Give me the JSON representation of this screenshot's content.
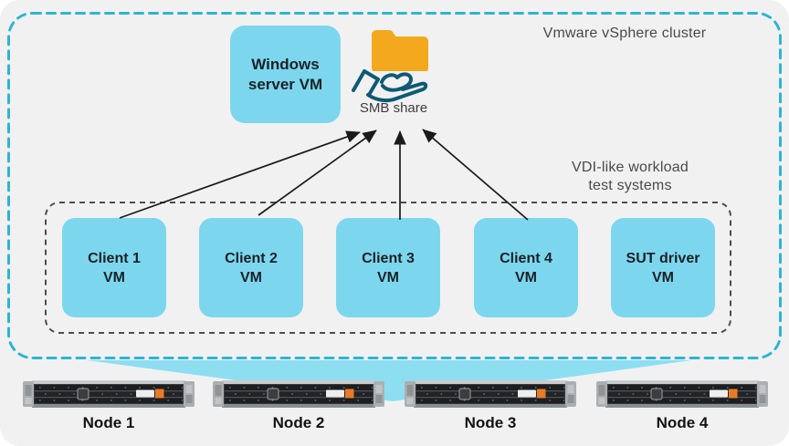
{
  "cluster": {
    "label": "Vmware vSphere cluster"
  },
  "windows_vm": {
    "line1": "Windows",
    "line2": "server VM"
  },
  "smb_share": {
    "label": "SMB share"
  },
  "workload_group": {
    "label_line1": "VDI-like workload",
    "label_line2": "test systems"
  },
  "vms": [
    {
      "line1": "Client 1",
      "line2": "VM"
    },
    {
      "line1": "Client 2",
      "line2": "VM"
    },
    {
      "line1": "Client 3",
      "line2": "VM"
    },
    {
      "line1": "Client 4",
      "line2": "VM"
    },
    {
      "line1": "SUT driver",
      "line2": "VM"
    }
  ],
  "nodes": [
    {
      "label": "Node 1"
    },
    {
      "label": "Node 2"
    },
    {
      "label": "Node 3"
    },
    {
      "label": "Node 4"
    }
  ],
  "icons": {
    "folder": "folder-icon",
    "hand": "sharing-hand-icon",
    "server": "rack-server-image"
  },
  "colors": {
    "canvas_bg": "#FFFFFF",
    "card_bg": "#F1F1F2",
    "cluster_dash_teal": "#2EB5D0",
    "group_dash_gray": "#4D4D4D",
    "vm_box_blue": "#7CD7EE",
    "funnel_blue": "#8EDEF2",
    "folder_orange": "#F3A81E",
    "hand_teal": "#0E5A73",
    "arrow_black": "#1A1A1A",
    "label_gray": "#4A4A4C",
    "vm_text_dark": "#1B2126",
    "server_badge_orange": "#E97B26"
  }
}
